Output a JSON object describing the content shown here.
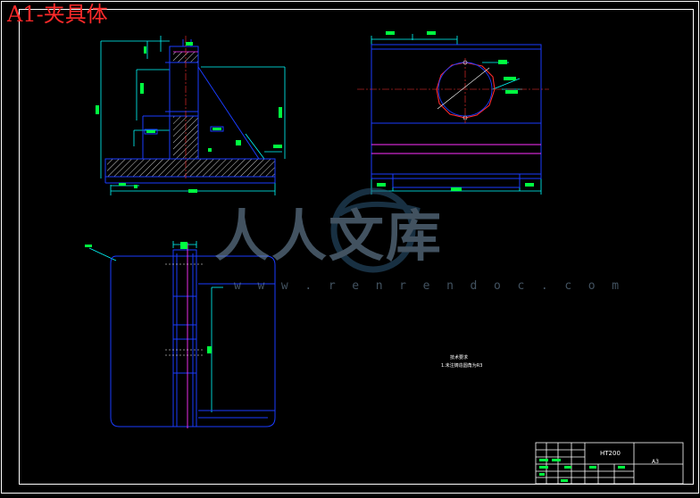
{
  "drawing": {
    "title": "A1-夹具体",
    "colors": {
      "background": "#000000",
      "frame": "#ffffff",
      "outline": "#1a3cff",
      "dimension": "#00ffff",
      "centerline": "#ff3030",
      "hidden": "#ff30ff",
      "tag": "#00ff40",
      "hatch": "#ffffff",
      "title_text": "#ff2a2a"
    }
  },
  "watermark": {
    "text": "人人文库",
    "url": "w w w . r e n r e n d o c . c o m",
    "color": "#7896af"
  },
  "notes": {
    "line1": "技术要求",
    "line2": "1.未注铸造圆角为R3"
  },
  "title_block": {
    "material": "HT200",
    "scale": "A3"
  }
}
